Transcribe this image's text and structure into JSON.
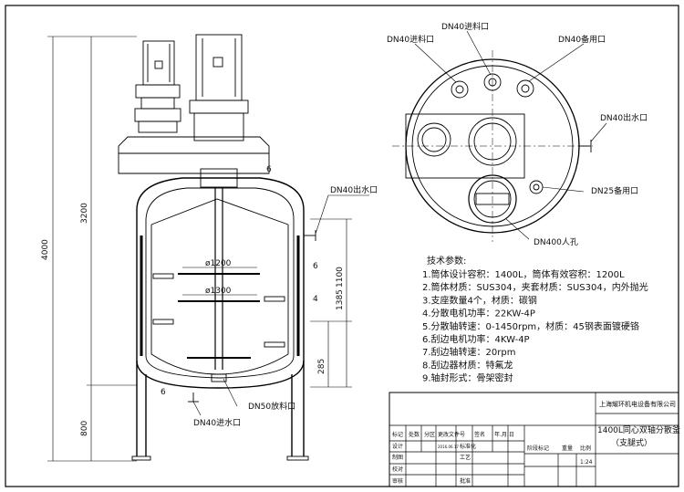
{
  "dimensions": {
    "overall_height": "4000",
    "vessel_height": "3200",
    "leg_height": "800",
    "dia_top": "ø1200",
    "dia_body": "ø1300",
    "jacket_height": "1100",
    "body_height": "1385",
    "bottom_clearance": "285",
    "thickness_a": "6",
    "thickness_b": "4",
    "thickness_c": "6",
    "thickness_d": "6"
  },
  "callouts": {
    "dn40_outlet_side": "DN40出水口",
    "dn40_inlet_bottom": "DN40进水口",
    "dn50_drain": "DN50放料口"
  },
  "top_view": {
    "feed1": "DN40进料口",
    "feed2": "DN40进料口",
    "spare40": "DN40备用口",
    "outlet40": "DN40出水口",
    "spare25": "DN25备用口",
    "manhole": "DN400人孔"
  },
  "specs": {
    "title": "技术参数:",
    "items": [
      "1.筒体设计容积：1400L，筒体有效容积：1200L",
      "2.筒体材质：SUS304，夹套材质：SUS304，内外抛光",
      "3.支座数量4个，材质：碳钢",
      "4.分散电机功率：22KW-4P",
      "5.分散轴转速：0-1450rpm，材质：45钢表面镀硬铬",
      "6.刮边电机功率：4KW-4P",
      "7.刮边轴转速：20rpm",
      "8.刮边器材质：特氟龙",
      "9.轴封形式：骨架密封"
    ]
  },
  "title_block": {
    "company": "上海耀环机电设备有限公司",
    "drawing_title": "1400L同心双轴分散釜",
    "drawing_subtitle": "（支腿式）",
    "scale": "1:24",
    "row_labels": [
      "标记",
      "处数",
      "分区",
      "更改文件号",
      "签名",
      "年.月.日"
    ],
    "rev_date": "2016.06.17",
    "left_labels": [
      "设计",
      "制图",
      "校对",
      "审核"
    ],
    "mid_labels": [
      "标准化",
      "工艺",
      "批准"
    ],
    "stage_label": "阶段标记",
    "weight_label": "重量",
    "ratio_label": "比例"
  }
}
